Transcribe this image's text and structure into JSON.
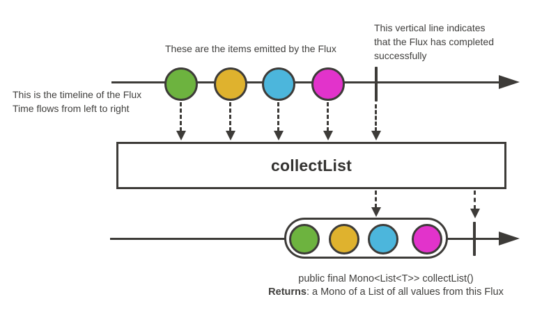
{
  "diagram": {
    "operator_box": {
      "label": "collectList"
    },
    "annotations": {
      "items": "These are the items emitted by the Flux",
      "completion": "This vertical line indicates\nthat the Flux has completed\nsuccessfully",
      "timeline": "This is the timeline of the Flux\nTime flows from left to right"
    },
    "marbles": [
      {
        "name": "green",
        "color": "#6db33f"
      },
      {
        "name": "gold",
        "color": "#dfb22e"
      },
      {
        "name": "blue",
        "color": "#4cb6dc"
      },
      {
        "name": "magenta",
        "color": "#e233cb"
      }
    ],
    "footer": {
      "signature": "public final Mono<List<T>> collectList()",
      "returns_label": "Returns",
      "returns_text": ": a Mono of a List of all values from this Flux"
    },
    "colors": {
      "stroke": "#3d3b38",
      "text": "#3f3e3c",
      "background": "#ffffff"
    }
  }
}
